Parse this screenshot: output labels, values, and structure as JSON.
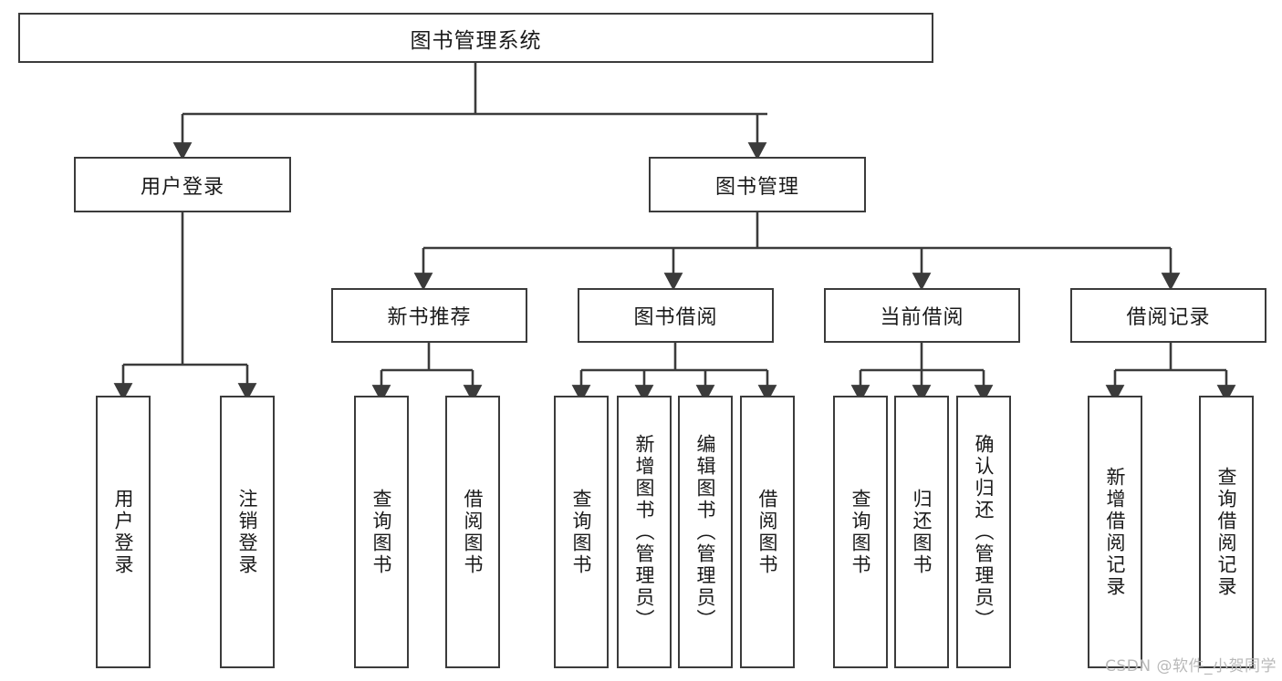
{
  "diagram": {
    "title": "图书管理系统",
    "type": "tree-hierarchy",
    "watermark": "CSDN @软件_小贺同学",
    "levels": {
      "root": {
        "label": "图书管理系统"
      },
      "level2": [
        {
          "label": "用户登录"
        },
        {
          "label": "图书管理"
        }
      ],
      "level3": [
        {
          "label": "新书推荐"
        },
        {
          "label": "图书借阅"
        },
        {
          "label": "当前借阅"
        },
        {
          "label": "借阅记录"
        }
      ],
      "leaves": {
        "user_login": [
          {
            "label": "用户登录"
          },
          {
            "label": "注销登录"
          }
        ],
        "new_book_recommend": [
          {
            "label": "查询图书"
          },
          {
            "label": "借阅图书"
          }
        ],
        "book_borrow": [
          {
            "label": "查询图书"
          },
          {
            "label": "新增图书（管理员）"
          },
          {
            "label": "编辑图书（管理员）"
          },
          {
            "label": "借阅图书"
          }
        ],
        "current_borrow": [
          {
            "label": "查询图书"
          },
          {
            "label": "归还图书"
          },
          {
            "label": "确认归还（管理员）"
          }
        ],
        "borrow_record": [
          {
            "label": "新增借阅记录"
          },
          {
            "label": "查询借阅记录"
          }
        ]
      }
    },
    "colors": {
      "stroke": "#3b3b3b",
      "fill": "#ffffff",
      "text": "#1a1a1a",
      "watermark": "#b9b9b9"
    }
  }
}
